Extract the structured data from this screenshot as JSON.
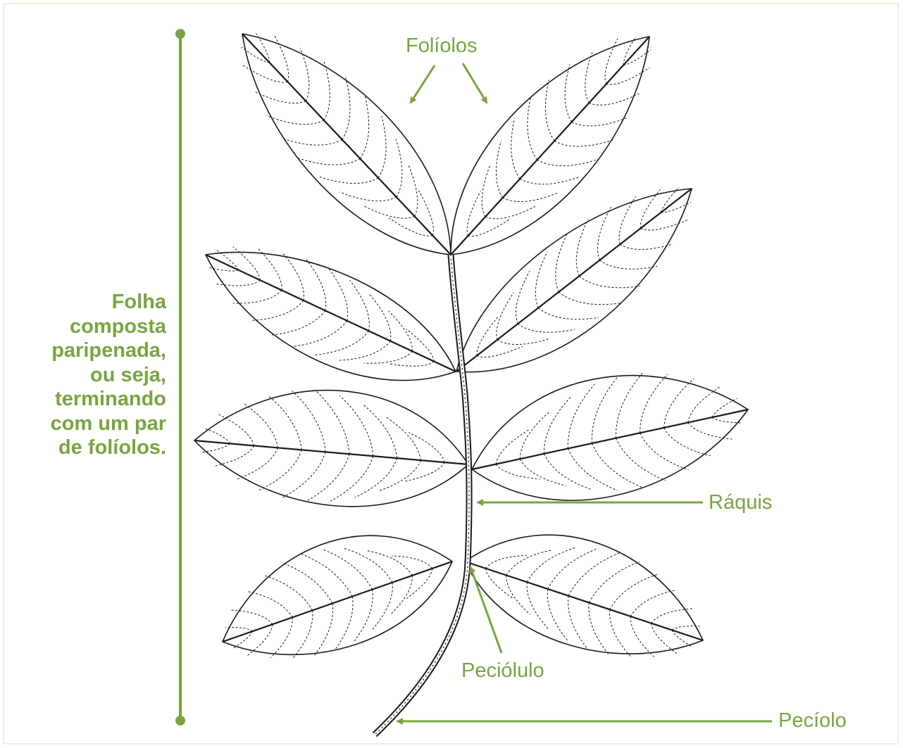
{
  "labels": {
    "leaflets": "Folíolos",
    "rachis": "Ráquis",
    "petiolule": "Peciólulo",
    "petiole": "Pecíolo"
  },
  "side_caption": [
    "Folha",
    "composta",
    "paripenada,",
    "ou seja,",
    "terminando",
    "com um par",
    "de folíolos."
  ],
  "colors": {
    "accent": "#79a541",
    "line_art": "#1a1a1a",
    "border": "#ecefdf",
    "background": "#ffffff"
  }
}
